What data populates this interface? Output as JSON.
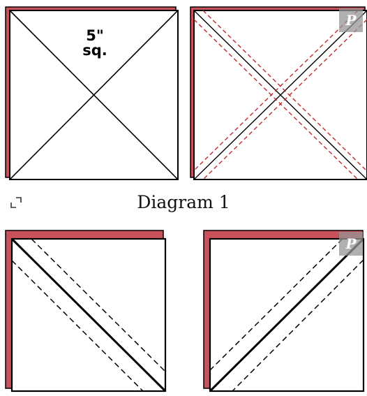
{
  "caption": "Diagram 1",
  "size_label": {
    "line1": "5\"",
    "line2": "sq."
  },
  "colors": {
    "fabric_back": "#c9525a",
    "outline": "#000000",
    "seam_red": "#c0282d",
    "seam_black": "#000000"
  },
  "icons": {
    "expand": "expand-icon",
    "pin": "pinterest-icon"
  },
  "pin_glyph": "P"
}
